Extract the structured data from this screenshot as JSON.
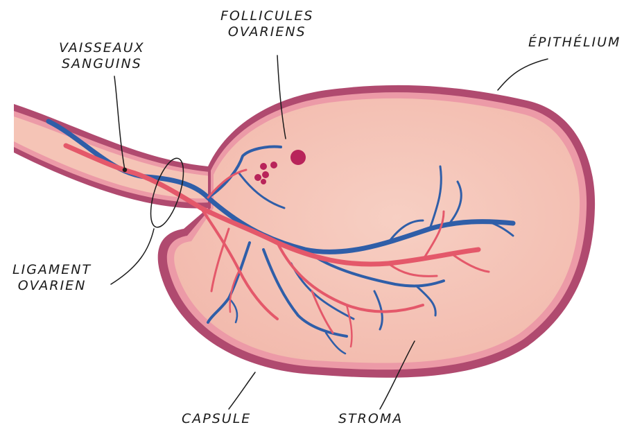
{
  "labels": {
    "follicules": [
      "FOLLICULES",
      "OVARIENS"
    ],
    "vaisseaux": [
      "VAISSEAUX",
      "SANGUINS"
    ],
    "epithelium": "ÉPITHÉLIUM",
    "ligament": [
      "LIGAMENT",
      "OVARIEN"
    ],
    "capsule": "CAPSULE",
    "stroma": "STROMA"
  },
  "colors": {
    "capsule": "#b04a6f",
    "epithelium": "#ec9aa7",
    "stroma": "#f6c9bd",
    "artery": "#e4586a",
    "vein": "#2f5ea8",
    "follicle": "#b8245a",
    "ink": "#1b1b1b"
  }
}
